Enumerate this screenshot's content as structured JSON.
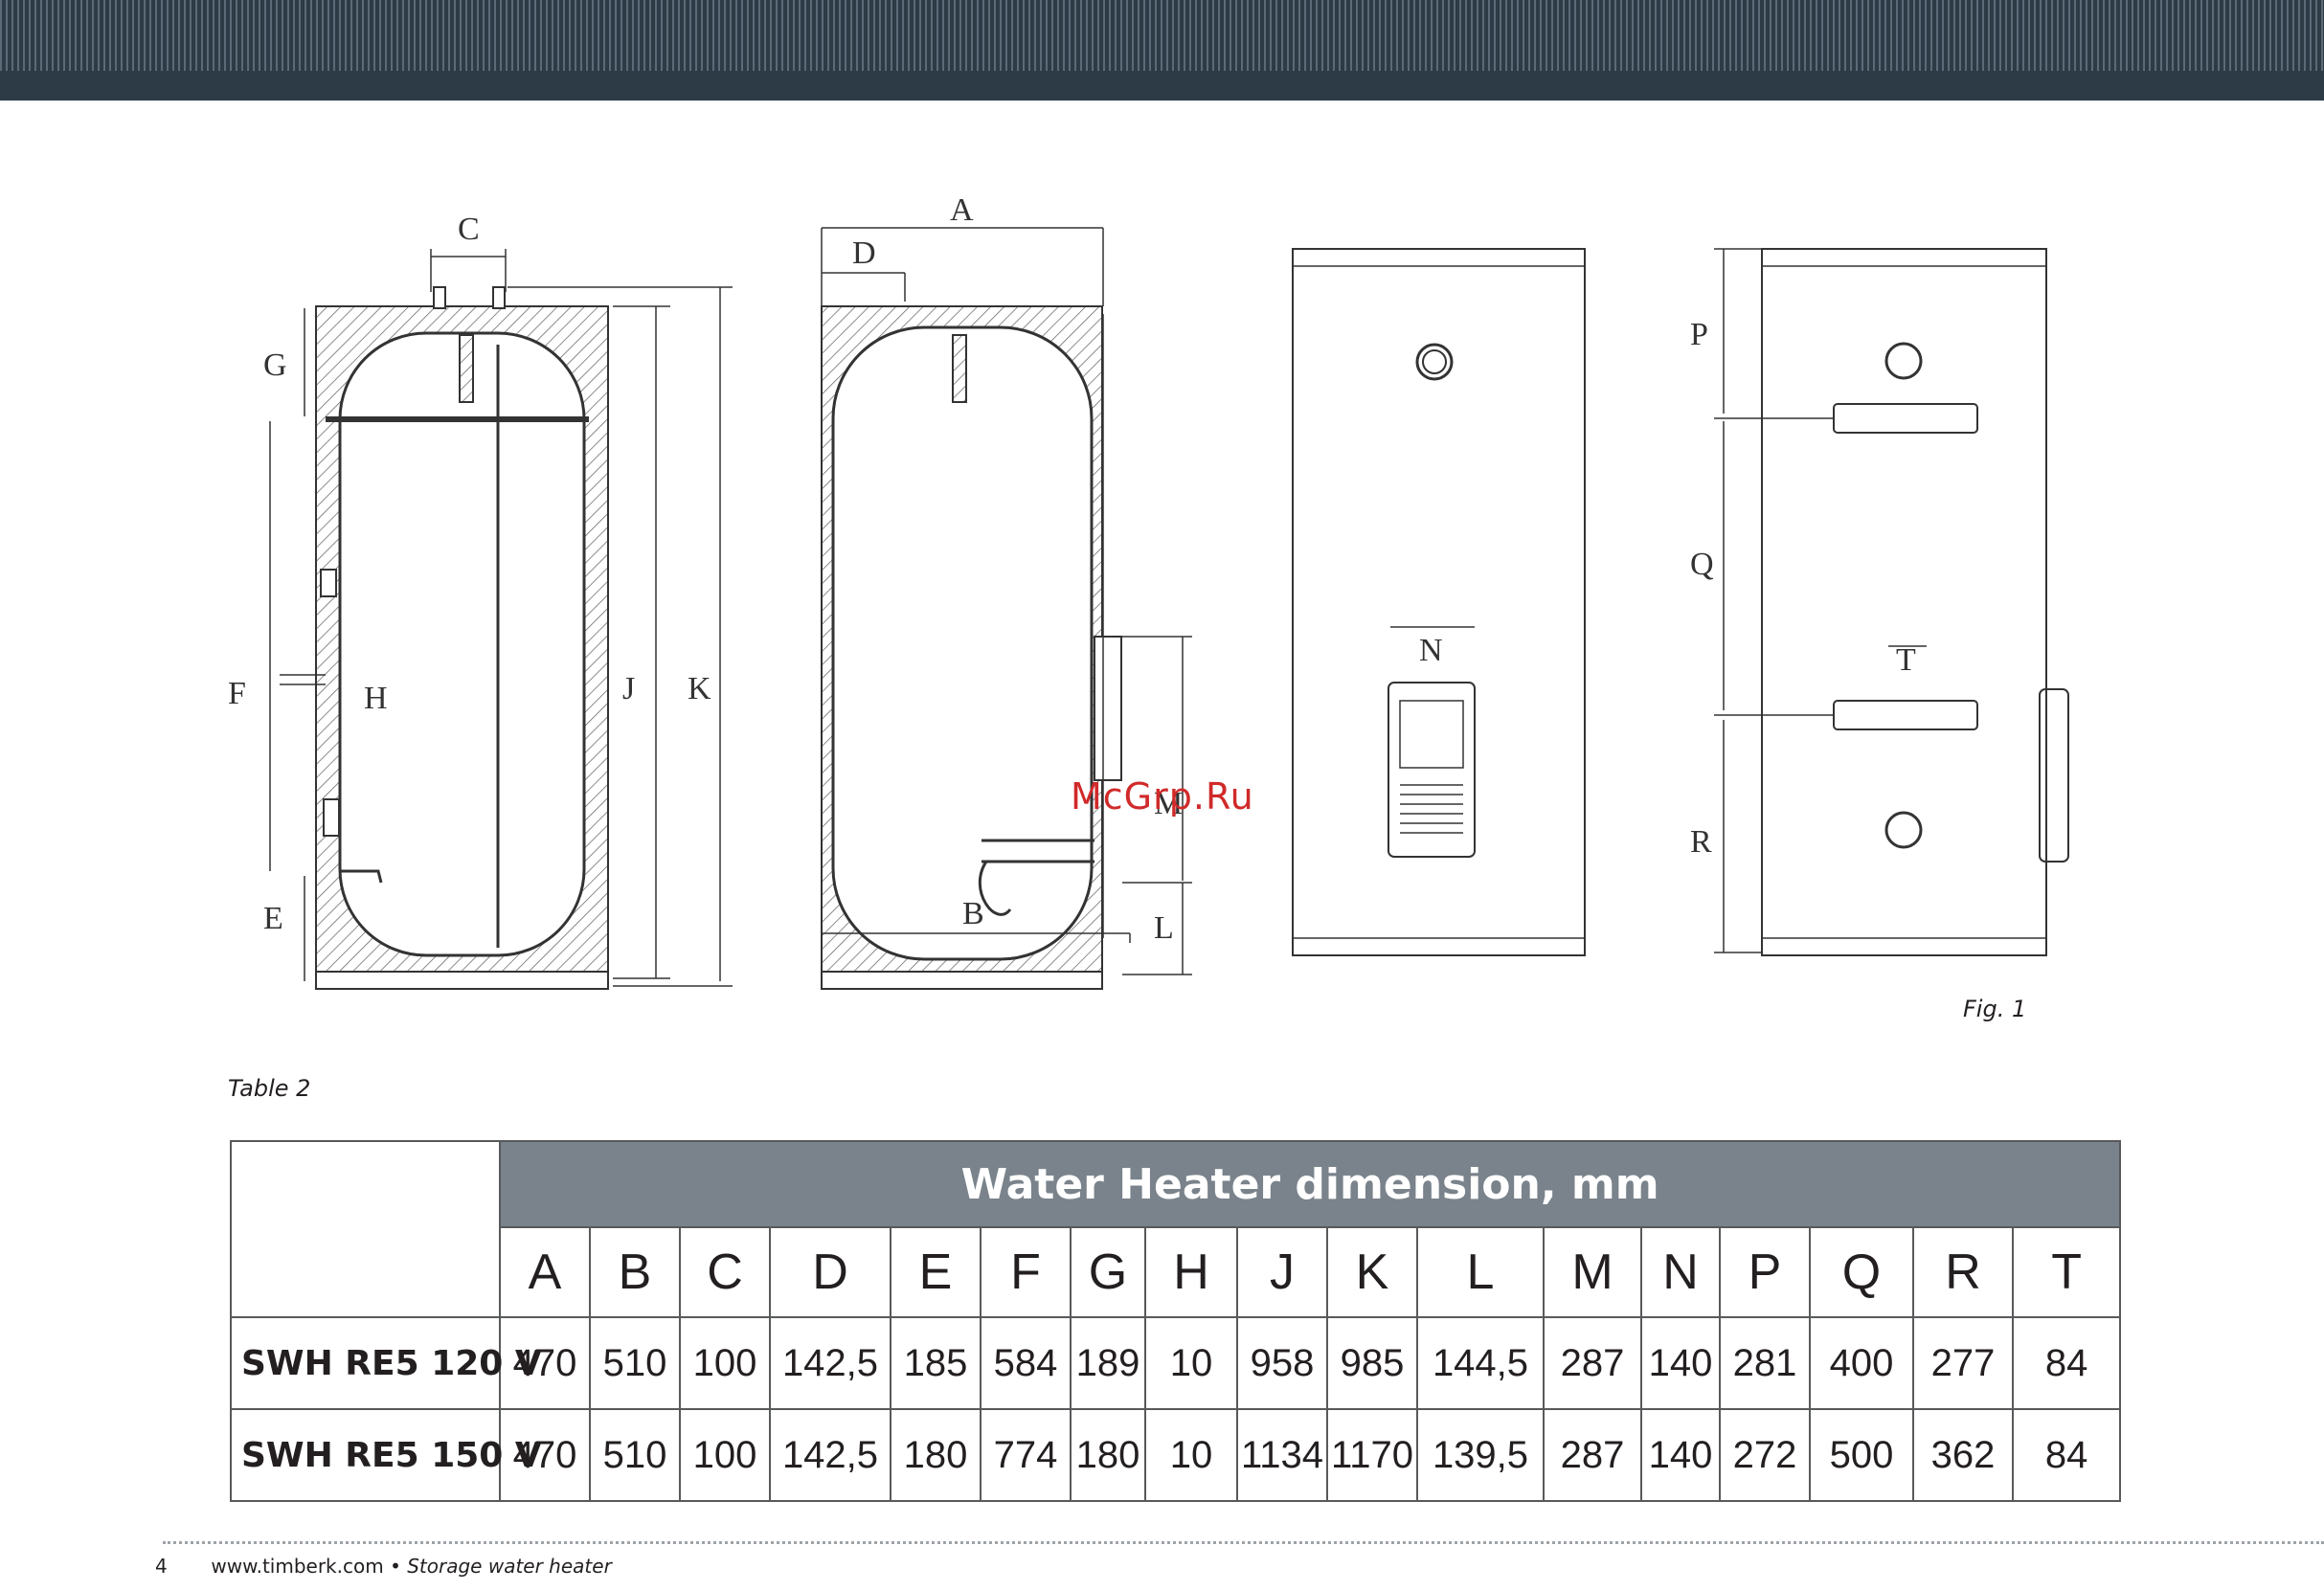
{
  "figure": {
    "caption": "Fig. 1",
    "watermark": "McGrp.Ru",
    "dimension_letters": {
      "view1": [
        "C",
        "G",
        "F",
        "H",
        "E",
        "J",
        "K"
      ],
      "view2": [
        "A",
        "D",
        "M",
        "L",
        "B"
      ],
      "view3": [
        "N"
      ],
      "view4": [
        "P",
        "Q",
        "T",
        "R"
      ]
    }
  },
  "table": {
    "caption": "Table 2",
    "title": "Water Heater dimension, mm",
    "columns": [
      "A",
      "B",
      "C",
      "D",
      "E",
      "F",
      "G",
      "H",
      "J",
      "K",
      "L",
      "M",
      "N",
      "P",
      "Q",
      "R",
      "T"
    ],
    "rows": [
      {
        "label": "SWH RE5 120 V",
        "values": [
          "470",
          "510",
          "100",
          "142,5",
          "185",
          "584",
          "189",
          "10",
          "958",
          "985",
          "144,5",
          "287",
          "140",
          "281",
          "400",
          "277",
          "84"
        ]
      },
      {
        "label": "SWH RE5 150 V",
        "values": [
          "470",
          "510",
          "100",
          "142,5",
          "180",
          "774",
          "180",
          "10",
          "1134",
          "1170",
          "139,5",
          "287",
          "140",
          "272",
          "500",
          "362",
          "84"
        ]
      }
    ]
  },
  "footer": {
    "page_number": "4",
    "website": "www.timberk.com",
    "separator": "•",
    "description": "Storage water heater"
  }
}
